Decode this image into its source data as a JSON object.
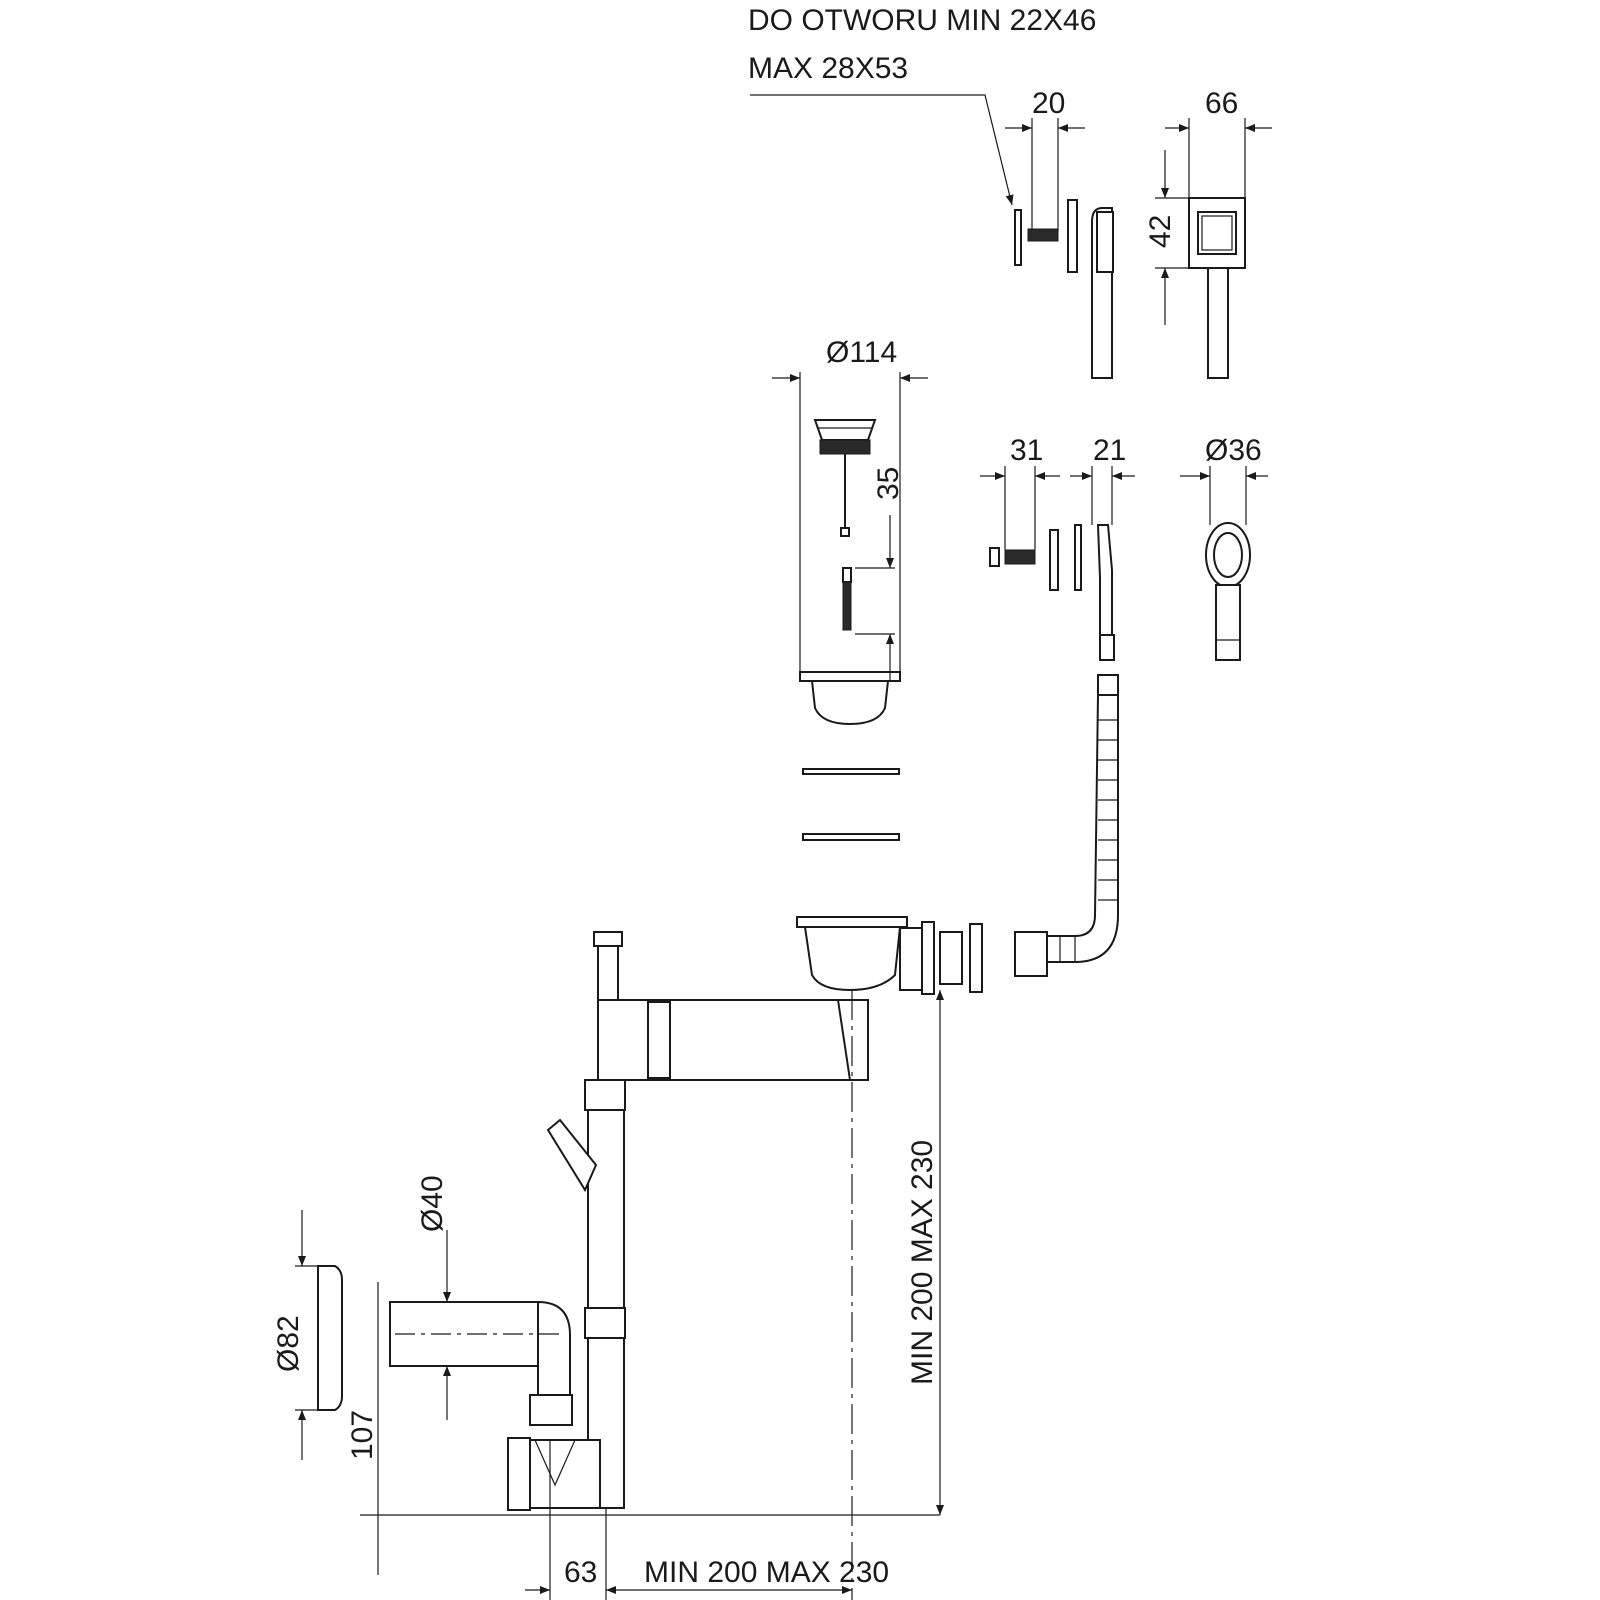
{
  "labels": {
    "overflow_hole_line1": "DO OTWORU MIN 22X46",
    "overflow_hole_line2": "MAX 28X53",
    "dim_20": "20",
    "dim_66": "66",
    "dim_42": "42",
    "dim_d114": "Ø114",
    "dim_35": "35",
    "dim_31": "31",
    "dim_21": "21",
    "dim_d36": "Ø36",
    "dim_d40": "Ø40",
    "dim_d82": "Ø82",
    "dim_107": "107",
    "dim_vertical_range": "MIN 200 MAX 230",
    "dim_63": "63",
    "dim_horizontal_range": "MIN 200 MAX 230"
  }
}
